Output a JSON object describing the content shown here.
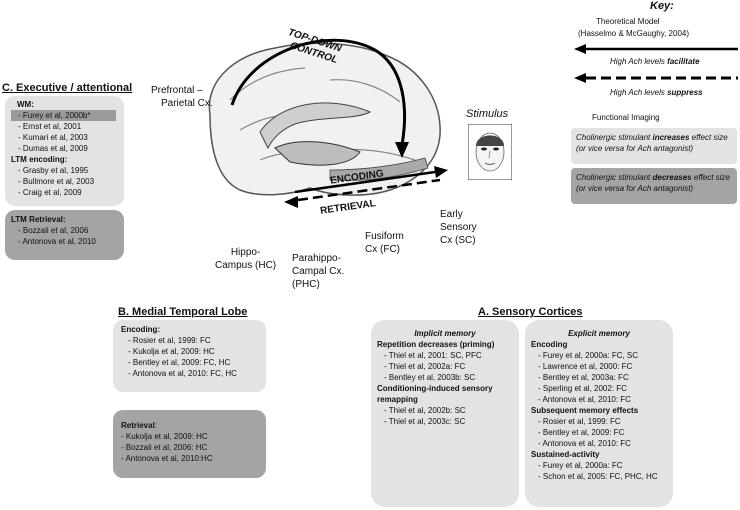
{
  "key": {
    "title": "Key:",
    "model_title": "Theoretical Model",
    "model_ref": "(Hasselmo & McGaughy, 2004)",
    "facilitate_prefix": "High Ach levels ",
    "facilitate_word": "facilitate",
    "suppress_prefix": "High Ach levels ",
    "suppress_word": "suppress",
    "imaging_title": "Functional Imaging",
    "increases_pre": "Cholinergic stimulant ",
    "increases_word": "increases",
    "increases_post": " effect size (or vice versa for Ach antagonist)",
    "decreases_pre": "Cholinergic stimulant ",
    "decreases_word": "decreases",
    "decreases_post": " effect size (or vice versa for Ach antagonist)"
  },
  "brain": {
    "top_down_1": "TOP-DOWN",
    "top_down_2": "CONTROL",
    "encoding": "ENCODING",
    "retrieval": "RETRIEVAL",
    "stimulus": "Stimulus",
    "prefrontal_1": "Prefrontal –",
    "prefrontal_2": "Parietal Cx.",
    "hippo_1": "Hippo-",
    "hippo_2": "Campus (HC)",
    "parahippo_1": "Parahippo-",
    "parahippo_2": "Campal Cx.",
    "parahippo_3": "(PHC)",
    "fusiform_1": "Fusiform",
    "fusiform_2": "Cx (FC)",
    "early_1": "Early",
    "early_2": "Sensory",
    "early_3": "Cx (SC)"
  },
  "executive": {
    "header": "C. Executive / attentional",
    "wm_title": "WM:",
    "wm_highlight": "- Furey et al, 2000b*",
    "wm": [
      "- Ernst et al, 2001",
      "- Kumari et al, 2003",
      "- Dumas et al, 2009"
    ],
    "ltm_enc_title": "LTM encoding:",
    "ltm_enc": [
      "- Grasby et al, 1995",
      "- Bullmore et al, 2003",
      "- Craig et al, 2009"
    ],
    "ltm_ret_title": "LTM Retrieval:",
    "ltm_ret": [
      "- Bozzali et al, 2006",
      "- Antonova et al, 2010"
    ]
  },
  "mtl": {
    "header": "B. Medial Temporal Lobe",
    "enc_title": "Encoding:",
    "enc": [
      "- Rosier et al, 1999: FC",
      "- Kukolja et al, 2009: HC",
      "- Bentley et al, 2009: FC, HC",
      "- Antonova et al, 2010: FC, HC"
    ],
    "ret_title": "Retrieval",
    "ret_colon": ":",
    "ret": [
      "- Kukolja et al, 2009: HC",
      "- Bozzali et al, 2006: HC",
      "- Antonova et al, 2010:HC"
    ]
  },
  "sensory": {
    "header": "A. Sensory Cortices",
    "implicit_title": "Implicit memory",
    "rep_title": "Repetition decreases (priming)",
    "rep": [
      "- Thiel et al, 2001: SC, PFC",
      "- Thiel et al, 2002a: FC",
      "- Bentley et al, 2003b: SC"
    ],
    "cond_title_1": "Conditioning-induced sensory",
    "cond_title_2": "remapping",
    "cond": [
      "- Thiel et al, 2002b: SC",
      "- Thiel et al, 2003c: SC"
    ],
    "explicit_title": "Explicit memory",
    "enc_title": "Encoding",
    "enc": [
      "- Furey et al, 2000a: FC, SC",
      "- Lawrence et al, 2000: FC",
      "- Bentley et al, 2003a: FC",
      "- Sperling et al, 2002: FC",
      "- Antonova et al, 2010: FC"
    ],
    "subseq_title": "Subsequent memory effects",
    "subseq": [
      "- Rosier et al, 1999: FC",
      "- Bentley et al, 2009: FC",
      "- Antonova et al, 2010: FC"
    ],
    "sust_title": "Sustained-activity",
    "sust": [
      "- Furey et al, 2000a: FC",
      "- Schon et al, 2005: FC, PHC, HC"
    ]
  },
  "colors": {
    "light_box": "#e3e3e3",
    "dark_box": "#a4a4a4",
    "highlight": "#9a9a9a"
  }
}
